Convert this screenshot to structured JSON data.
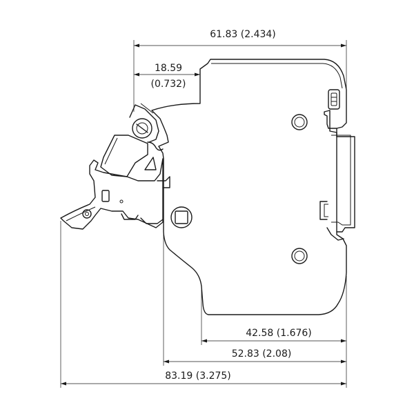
{
  "dimensions": {
    "overall_width": {
      "label": "61.83 (2.434)"
    },
    "top_offset": {
      "label_mm": "18.59",
      "label_in": "(0.732)"
    },
    "body_depth": {
      "label": "42.58 (1.676)"
    },
    "mid_depth": {
      "label": "52.83 (2.08)"
    },
    "total_depth": {
      "label": "83.19 (3.275)"
    }
  }
}
